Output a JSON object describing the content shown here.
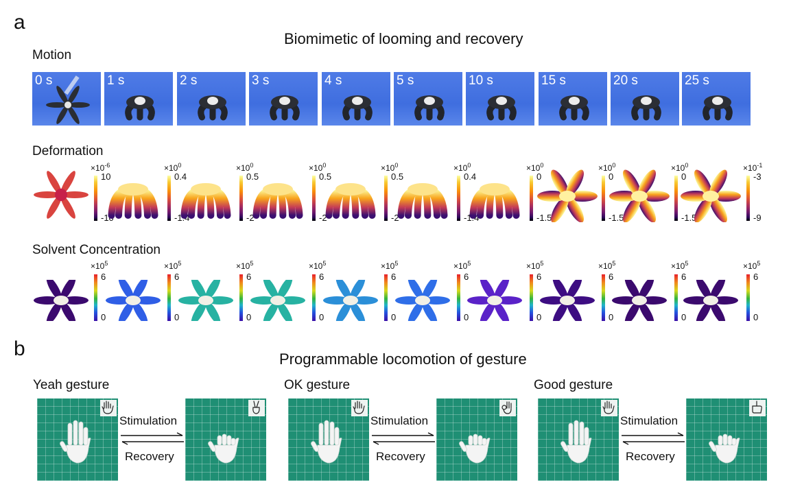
{
  "panel_a": {
    "letter": "a",
    "title": "Biomimetic of looming and recovery",
    "rows": {
      "motion": "Motion",
      "deformation": "Deformation",
      "solvent": "Solvent Concentration"
    },
    "frames": [
      {
        "time": "0 s"
      },
      {
        "time": "1 s"
      },
      {
        "time": "2 s"
      },
      {
        "time": "3 s"
      },
      {
        "time": "4 s"
      },
      {
        "time": "5 s"
      },
      {
        "time": "10 s"
      },
      {
        "time": "15 s"
      },
      {
        "time": "20 s"
      },
      {
        "time": "25 s"
      }
    ],
    "deformation_scales": [
      {
        "exp": "-6",
        "max": "10",
        "min": "-10"
      },
      {
        "exp": "0",
        "max": "0.4",
        "min": "-1.4"
      },
      {
        "exp": "0",
        "max": "0.5",
        "min": "-2"
      },
      {
        "exp": "0",
        "max": "0.5",
        "min": "-2"
      },
      {
        "exp": "0",
        "max": "0.5",
        "min": "-2"
      },
      {
        "exp": "0",
        "max": "0.4",
        "min": "-1.4"
      },
      {
        "exp": "0",
        "max": "0",
        "min": "-1.5"
      },
      {
        "exp": "0",
        "max": "0",
        "min": "-1.5"
      },
      {
        "exp": "0",
        "max": "0",
        "min": "-1.5"
      },
      {
        "exp": "-1",
        "max": "-3",
        "min": "-9"
      }
    ],
    "solvent_scales": [
      {
        "exp": "5",
        "max": "6",
        "min": "0"
      },
      {
        "exp": "5",
        "max": "6",
        "min": "0"
      },
      {
        "exp": "5",
        "max": "6",
        "min": "0"
      },
      {
        "exp": "5",
        "max": "6",
        "min": "0"
      },
      {
        "exp": "5",
        "max": "6",
        "min": "0"
      },
      {
        "exp": "5",
        "max": "6",
        "min": "0"
      },
      {
        "exp": "5",
        "max": "6",
        "min": "0"
      },
      {
        "exp": "5",
        "max": "6",
        "min": "0"
      },
      {
        "exp": "5",
        "max": "6",
        "min": "0"
      },
      {
        "exp": "5",
        "max": "6",
        "min": "0"
      }
    ],
    "exp_base": "×10",
    "colors": {
      "motion_bg": "#4a78e4",
      "solvent_fills": [
        "#3b0a6e",
        "#2f5ee6",
        "#27b2a2",
        "#27b2a2",
        "#2b8fd8",
        "#2f6ee8",
        "#5a22c8",
        "#3d0d82",
        "#3b0a6e",
        "#3b0a6e"
      ]
    }
  },
  "panel_b": {
    "letter": "b",
    "title": "Programmable locomotion of gesture",
    "stimulation": "Stimulation",
    "recovery": "Recovery",
    "gestures": [
      {
        "label": "Yeah gesture",
        "start_icon": "open-hand-icon",
        "end_icon": "victory-hand-icon"
      },
      {
        "label": "OK gesture",
        "start_icon": "open-hand-icon",
        "end_icon": "ok-hand-icon"
      },
      {
        "label": "Good gesture",
        "start_icon": "open-hand-icon",
        "end_icon": "thumbs-up-hand-icon"
      }
    ]
  }
}
